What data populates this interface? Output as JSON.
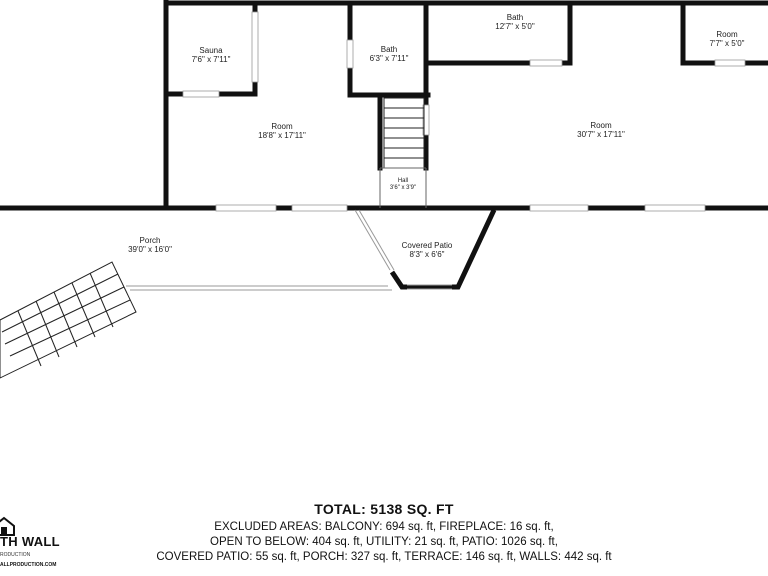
{
  "rooms": [
    {
      "key": "sauna",
      "name": "Sauna",
      "dims": "7'6\" x 7'11\""
    },
    {
      "key": "bath-small",
      "name": "Bath",
      "dims": "6'3\" x 7'11\""
    },
    {
      "key": "bath-top",
      "name": "Bath",
      "dims": "12'7\" x 5'0\""
    },
    {
      "key": "room-small",
      "name": "Room",
      "dims": "7'7\" x 5'0\""
    },
    {
      "key": "room-left",
      "name": "Room",
      "dims": "18'8\" x 17'11\""
    },
    {
      "key": "room-right",
      "name": "Room",
      "dims": "30'7\" x 17'11\""
    },
    {
      "key": "hall",
      "name": "Hall",
      "dims": "3'6\" x 3'9\""
    },
    {
      "key": "covered-patio",
      "name": "Covered Patio",
      "dims": "8'3\" x 6'6\""
    },
    {
      "key": "porch",
      "name": "Porch",
      "dims": "39'0\" x 16'0\""
    }
  ],
  "totals": {
    "total": "TOTAL: 5138 SQ. FT",
    "line1": "EXCLUDED AREAS: BALCONY: 694 sq. ft, FIREPLACE: 16 sq. ft,",
    "line2": "OPEN TO BELOW: 404 sq. ft, UTILITY: 21 sq. ft, PATIO: 1026 sq. ft,",
    "line3": "COVERED PATIO: 55 sq. ft, PORCH: 327 sq. ft, TERRACE: 146 sq. ft, WALLS: 442 sq. ft"
  },
  "brand": {
    "name": "TH WALL",
    "sub1": "RODUCTION",
    "sub2": "ALLPRODUCTION.COM"
  },
  "colors": {
    "wall": "#111111",
    "accent": "#e01e2b"
  },
  "icons": {
    "brand_logo": "house-icon"
  }
}
